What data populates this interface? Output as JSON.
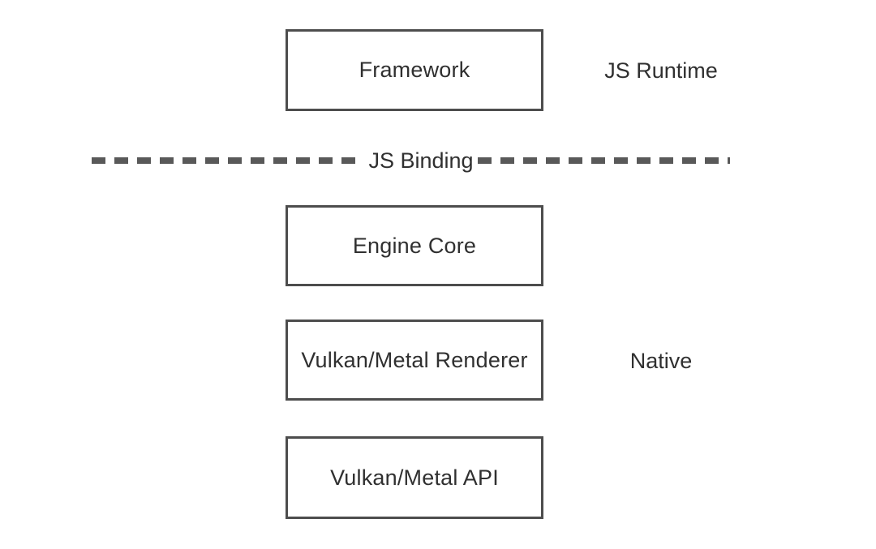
{
  "diagram": {
    "boxes": [
      {
        "label": "Framework"
      },
      {
        "label": "Engine Core"
      },
      {
        "label": "Vulkan/Metal Renderer"
      },
      {
        "label": "Vulkan/Metal API"
      }
    ],
    "divider": {
      "label": "JS Binding"
    },
    "side_labels": {
      "top": "JS Runtime",
      "bottom": "Native"
    },
    "colors": {
      "background": "#ffffff",
      "box_border": "#4d4d4d",
      "dash": "#595959",
      "text": "#303030"
    }
  }
}
